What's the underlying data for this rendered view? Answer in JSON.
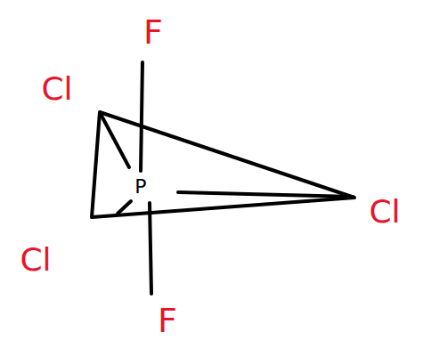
{
  "diagram": {
    "labels": [
      "F",
      "Cl",
      "P",
      "Cl",
      "Cl",
      "F"
    ]
  }
}
